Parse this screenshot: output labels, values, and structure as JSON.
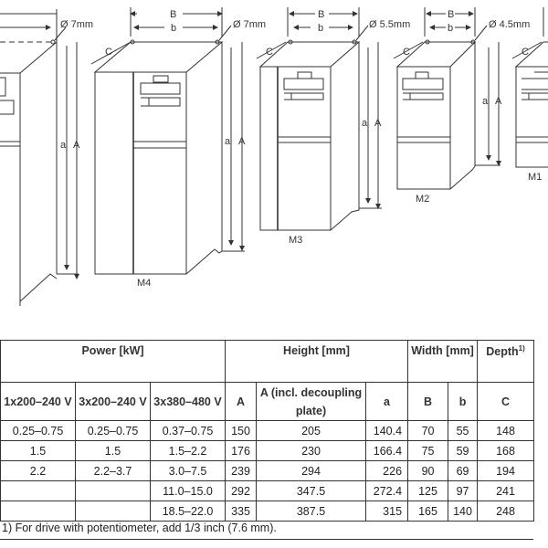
{
  "drawing": {
    "hole_labels": [
      "Ø 7mm",
      "Ø 7mm",
      "Ø 5.5mm",
      "Ø 4.5mm"
    ],
    "dim_B": "B",
    "dim_b": "b",
    "dim_C": "C",
    "dim_a": "a",
    "dim_A": "A",
    "frames": [
      "M4",
      "M3",
      "M2",
      "M1"
    ]
  },
  "table": {
    "group_headers": {
      "power": "Power [kW]",
      "height": "Height [mm]",
      "width": "Width [mm]",
      "depth": "Depth",
      "depth_sup": "1)"
    },
    "sub_headers": [
      "1x200–240 V",
      "3x200–240 V",
      "3x380–480 V",
      "A",
      "A (incl. decoupling plate)",
      "a",
      "B",
      "b",
      "C"
    ],
    "rows": [
      [
        "0.25–0.75",
        "0.25–0.75",
        "0.37–0.75",
        "150",
        "205",
        "140.4",
        "70",
        "55",
        "148"
      ],
      [
        "1.5",
        "1.5",
        "1.5–2.2",
        "176",
        "230",
        "166.4",
        "75",
        "59",
        "168"
      ],
      [
        "2.2",
        "2.2–3.7",
        "3.0–7.5",
        "239",
        "294",
        "226",
        "90",
        "69",
        "194"
      ],
      [
        "",
        "",
        "11.0–15.0",
        "292",
        "347.5",
        "272.4",
        "125",
        "97",
        "241"
      ],
      [
        "",
        "",
        "18.5–22.0",
        "335",
        "387.5",
        "315",
        "165",
        "140",
        "248"
      ]
    ],
    "footnote": "1) For drive with potentiometer, add 1/3 inch (7.6 mm)."
  }
}
